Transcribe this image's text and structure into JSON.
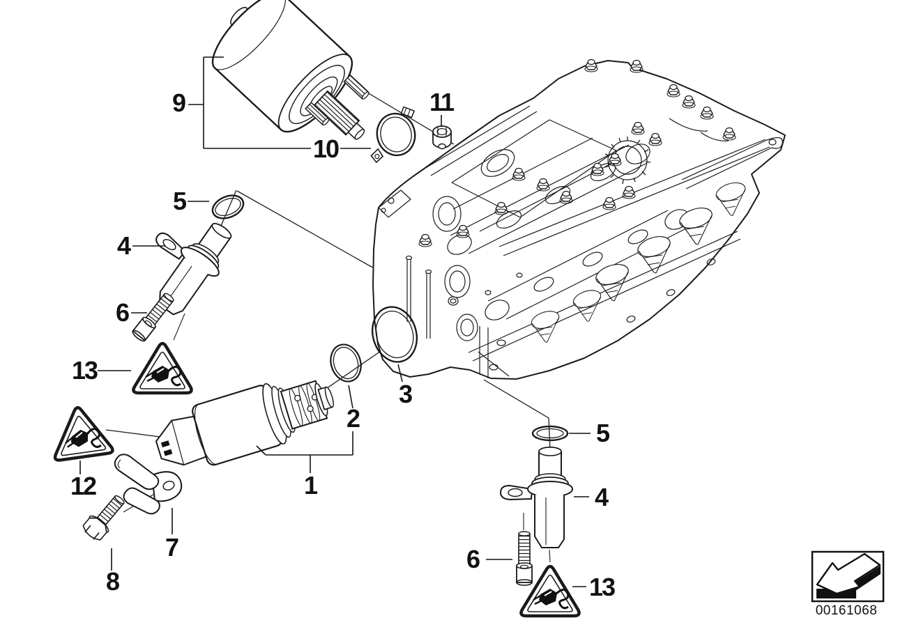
{
  "figure": {
    "id_label": "00161068"
  },
  "colors": {
    "line": "#1a1a1a",
    "background": "#ffffff"
  },
  "callouts": [
    {
      "part": "actuator-motor",
      "label": "9"
    },
    {
      "part": "clamp-ring",
      "label": "10"
    },
    {
      "part": "cap-nut",
      "label": "11"
    },
    {
      "part": "o-ring-sensor-left",
      "label": "5"
    },
    {
      "part": "camshaft-sensor-left",
      "label": "4"
    },
    {
      "part": "sensor-screw-left",
      "label": "6"
    },
    {
      "part": "warning-triangle-left",
      "label": "13"
    },
    {
      "part": "warning-triangle-plug",
      "label": "12"
    },
    {
      "part": "holding-bracket",
      "label": "7"
    },
    {
      "part": "hex-bolt",
      "label": "8"
    },
    {
      "part": "solenoid-valve",
      "label": "1"
    },
    {
      "part": "o-ring-small",
      "label": "2"
    },
    {
      "part": "o-ring-large",
      "label": "3"
    },
    {
      "part": "sealing-ring-right",
      "label": "5"
    },
    {
      "part": "camshaft-sensor-right",
      "label": "4"
    },
    {
      "part": "sensor-screw-right",
      "label": "6"
    },
    {
      "part": "warning-triangle-right",
      "label": "13"
    }
  ]
}
